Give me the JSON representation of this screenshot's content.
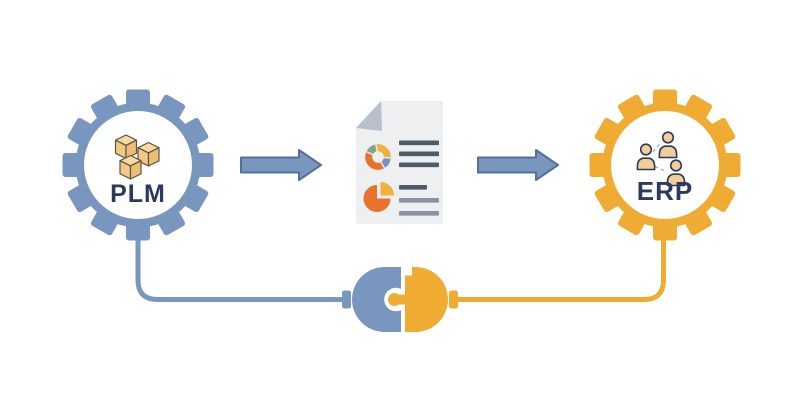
{
  "diagram": {
    "left_node": {
      "label": "PLM",
      "icon": "gear-with-cubes"
    },
    "right_node": {
      "label": "ERP",
      "icon": "gear-with-people-network"
    },
    "middle_node": {
      "icon": "report-document"
    },
    "flow": [
      {
        "from": "PLM",
        "to": "report",
        "icon": "right-block-arrow"
      },
      {
        "from": "report",
        "to": "ERP",
        "icon": "right-block-arrow"
      }
    ],
    "connector": {
      "icon": "plug-puzzle-connector"
    }
  },
  "colors": {
    "background": "#ffffff",
    "blue": "#7996be",
    "blue_outline": "#527099",
    "orange": "#f0ab33",
    "navy_text": "#2b3a5e",
    "cube_top": "#f8d99f",
    "cube_left": "#f2c887",
    "cube_right": "#edbf75",
    "cube_outline": "#5d5444",
    "doc_page": "#edeff1",
    "doc_fold": "#b8c1c9",
    "line_dark": "#4d5c68",
    "line_gray": "#8793a0",
    "chart_orange": "#e9732c",
    "chart_yellow": "#f2b13c",
    "chart_blue": "#7193c2",
    "chart_green": "#7fa783",
    "person_fill": "#f3cf97",
    "person_outline": "#2b3a5c",
    "dash_gray": "#a7aeb6",
    "white": "#ffffff"
  }
}
